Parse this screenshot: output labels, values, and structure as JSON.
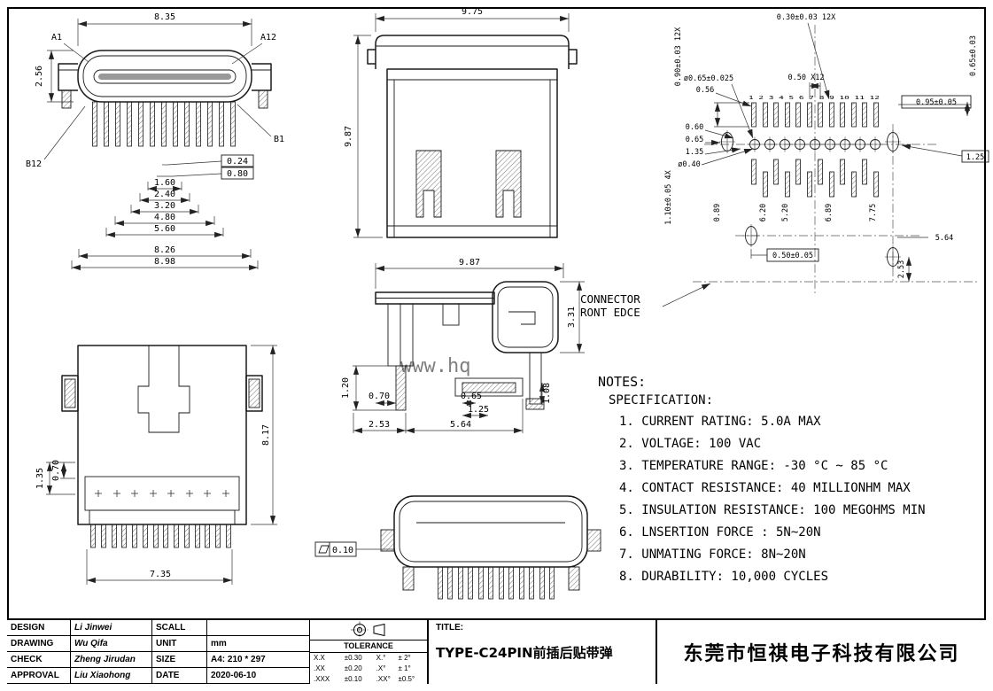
{
  "watermark": "www.hq",
  "views": {
    "front": {
      "dim_width_top": "8.35",
      "dim_height": "2.56",
      "label_a1": "A1",
      "label_a12": "A12",
      "label_b12": "B12",
      "label_b1": "B1",
      "dim_024": "0.24",
      "dim_080": "0.80",
      "dim_160": "1.60",
      "dim_240": "2.40",
      "dim_320": "3.20",
      "dim_480": "4.80",
      "dim_560": "5.60",
      "dim_826": "8.26",
      "dim_898": "8.98"
    },
    "rear": {
      "dim_width": "9.75",
      "dim_height": "9.87"
    },
    "footprint": {
      "pin_numbers": "1 2 3 4 5 6 7 8 9 10 11 12",
      "dim_pad_width": "0.30±0.03 12X",
      "dim_pad_height": "0.90±0.03 12X",
      "dim_hole": "ø0.65±0.025",
      "dim_pitch": "0.50 X12",
      "dim_right_col": "0.65±0.03",
      "dim_095": "0.95±0.05",
      "dim_056": "0.56",
      "dim_060": "0.60",
      "dim_065": "0.65",
      "dim_135": "1.35",
      "dim_hole_small": "ø0.40",
      "dim_slot": "1.10±0.05 4X",
      "dim_125": "1.25",
      "dim_089": "0.89",
      "dim_620": "6.20",
      "dim_520": "5.20",
      "dim_689": "6.89",
      "dim_775": "7.75",
      "dim_050": "0.50±0.05",
      "dim_564": "5.64",
      "dim_253": "2.53",
      "callout_line1": "CONNECTOR",
      "callout_line2": "RONT EDCE"
    },
    "plan": {
      "dim_height": "8.17",
      "dim_135": "1.35",
      "dim_070": "0.70",
      "dim_width": "7.35"
    },
    "side": {
      "dim_width": "9.87",
      "dim_331": "3.31",
      "dim_120": "1.20",
      "dim_070": "0.70",
      "dim_065": "0.65",
      "dim_125": "1.25",
      "dim_108": "1.08",
      "dim_253": "2.53",
      "dim_564": "5.64"
    },
    "bottom": {
      "flatness": "0.10"
    }
  },
  "notes": {
    "heading": "NOTES:",
    "subheading": "SPECIFICATION:",
    "items": [
      "1. CURRENT RATING: 5.0A MAX",
      "2. VOLTAGE: 100 VAC",
      "3. TEMPERATURE RANGE: -30 °C ~ 85 °C",
      "4. CONTACT RESISTANCE: 40 MILLIONHM MAX",
      "5. INSULATION RESISTANCE: 100 MEGOHMS MIN",
      "6. LNSERTION FORCE : 5N~20N",
      "7. UNMATING FORCE: 8N~20N",
      "8. DURABILITY: 10,000 CYCLES"
    ]
  },
  "title_block": {
    "rows": [
      {
        "role": "DESIGN",
        "person": "Li Jinwei",
        "attr": "SCALL",
        "value": ""
      },
      {
        "role": "DRAWING",
        "person": "Wu Qifa",
        "attr": "UNIT",
        "value": "mm"
      },
      {
        "role": "CHECK",
        "person": "Zheng Jirudan",
        "attr": "SIZE",
        "value": "A4: 210 * 297"
      },
      {
        "role": "APPROVAL",
        "person": "Liu Xiaohong",
        "attr": "DATE",
        "value": "2020-06-10"
      }
    ],
    "tolerance": {
      "header": "TOLERANCE",
      "rows": [
        {
          "c1": "X.X",
          "c2": "±0.30",
          "c3": "X.°",
          "c4": "± 2°"
        },
        {
          "c1": ".XX",
          "c2": "±0.20",
          "c3": ".X°",
          "c4": "± 1°"
        },
        {
          "c1": ".XXX",
          "c2": "±0.10",
          "c3": ".XX°",
          "c4": "±0.5°"
        }
      ]
    },
    "title_label": "TITLE:",
    "title_value": "TYPE-C24PIN前插后贴带弹",
    "company": "东莞市恒祺电子科技有限公司"
  }
}
